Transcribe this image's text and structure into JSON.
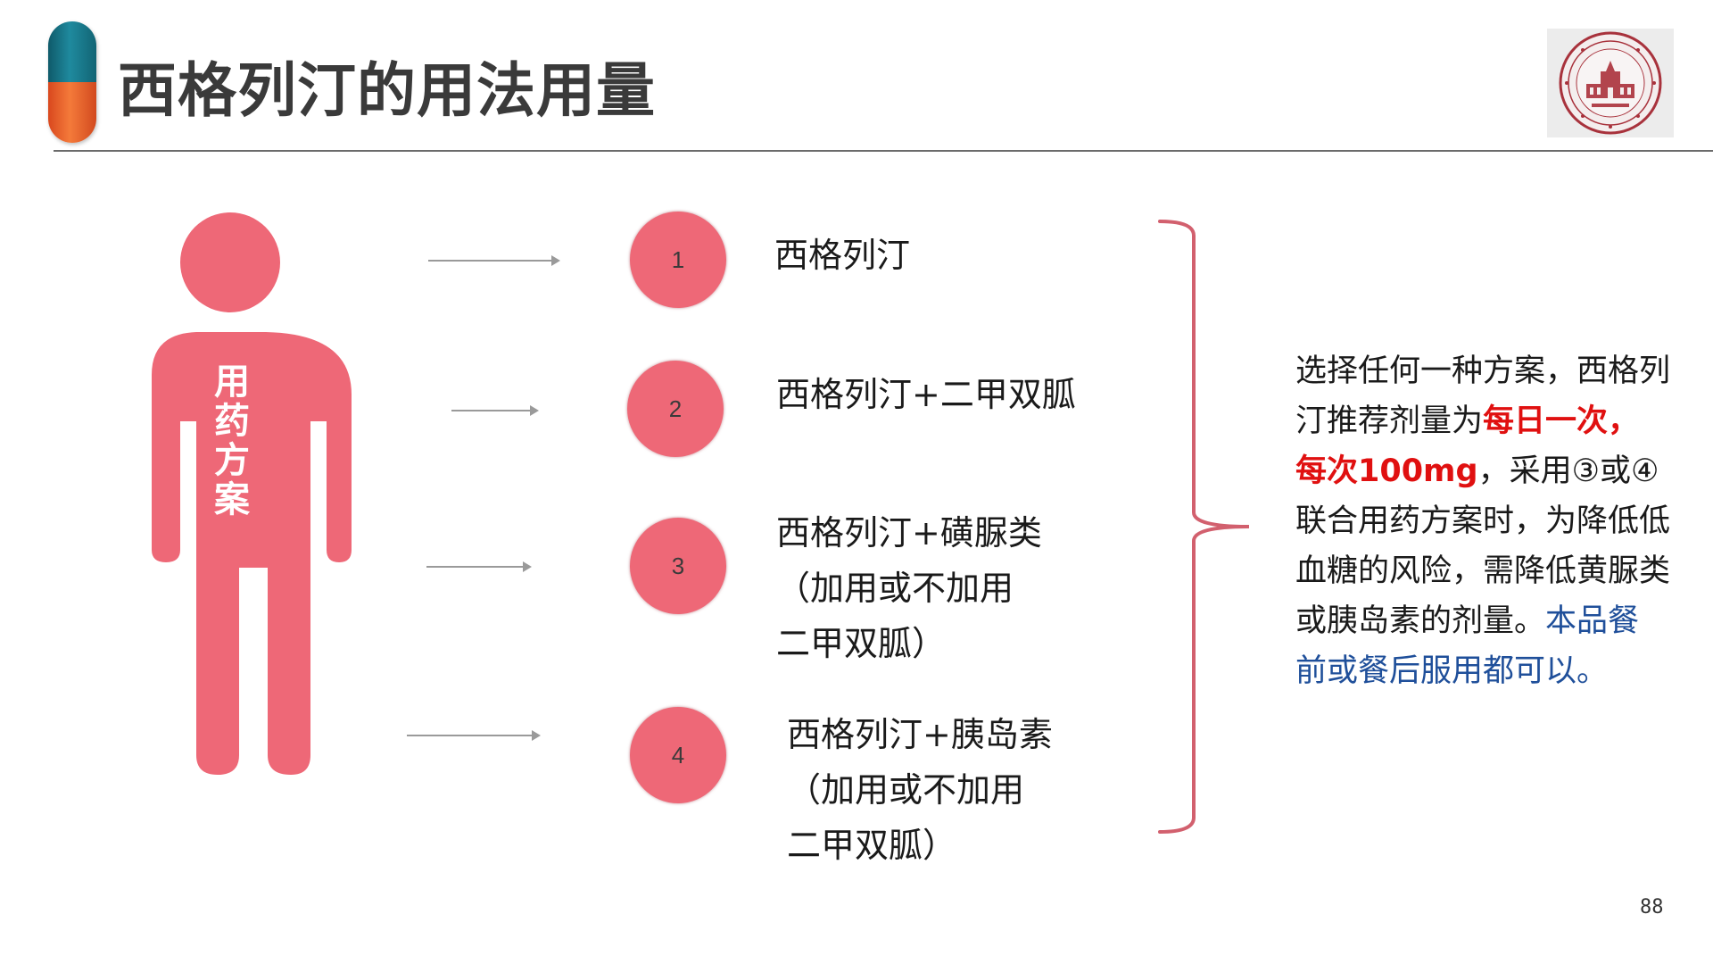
{
  "header": {
    "title": "西格列汀的用法用量"
  },
  "figure": {
    "label": "用药方案"
  },
  "options": [
    {
      "number": "1",
      "lines": [
        "西格列汀"
      ]
    },
    {
      "number": "2",
      "lines": [
        "西格列汀+二甲双胍"
      ]
    },
    {
      "number": "3",
      "lines": [
        "西格列汀+磺脲类",
        "（加用或不加用",
        "二甲双胍）"
      ]
    },
    {
      "number": "4",
      "lines": [
        "西格列汀+胰岛素",
        "（加用或不加用",
        "二甲双胍）"
      ]
    }
  ],
  "note": {
    "part1": "选择任何一种方案，西格列汀推荐剂量为",
    "highlight_red": "每日一次，每次100mg",
    "part2": "，采用③或④联合用药方案时，为降低低血糖的风险，需降低黄脲类或胰岛素的剂量。",
    "highlight_blue": "本品餐前或餐后服用都可以。"
  },
  "page_number": "88",
  "colors": {
    "accent_pink": "#ee6877",
    "title_text": "#3a3a3a",
    "note_red": "#e01010",
    "note_blue": "#1f4f9a",
    "capsule_teal": "#1f8a9e",
    "capsule_orange": "#f47a3a"
  },
  "icons": {
    "capsule": "capsule-icon",
    "logo": "hospital-seal-logo",
    "figure": "person-figure-icon"
  }
}
